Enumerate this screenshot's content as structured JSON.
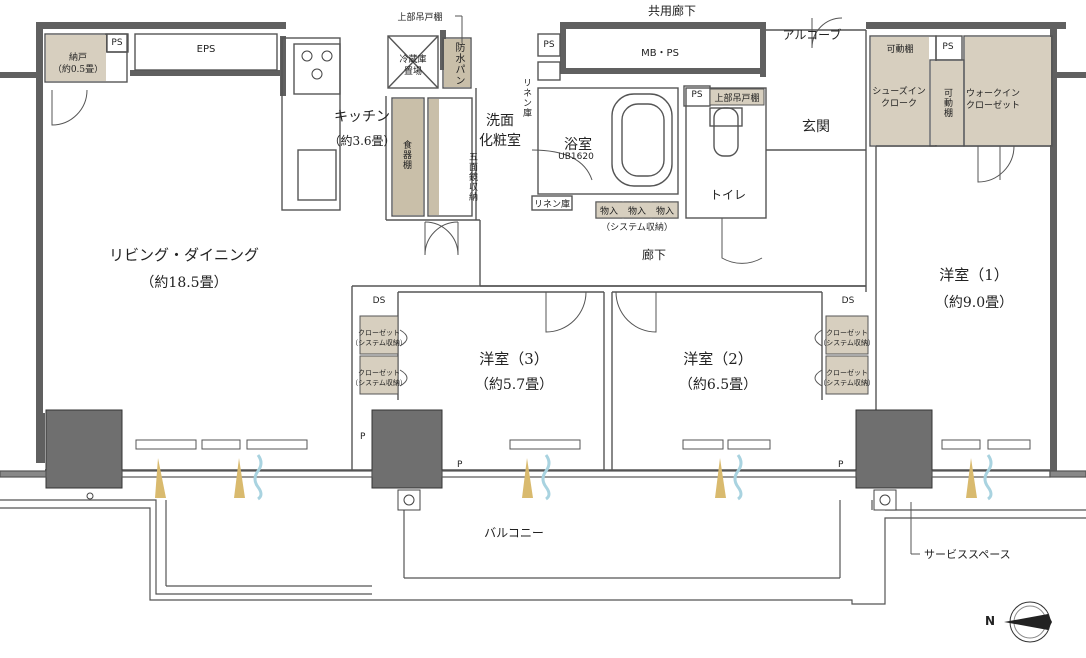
{
  "colors": {
    "wall": "#606060",
    "closet_fill": "#d7cfbf",
    "storage_fill": "#c9bfa9",
    "column_fill": "#6f6f6f",
    "light_beam": "#d9ba6e",
    "airflow": "#a9d3e0"
  },
  "compass": {
    "north_label": "N"
  },
  "labels": {
    "kyoyo_roka": "共用廊下",
    "alcove": "アルコーブ",
    "joubu_todana_top": "上部吊戸棚",
    "eps": "EPS",
    "mbps": "MB・PS",
    "ps_1": "PS",
    "ps_2": "PS",
    "ps_3": "PS",
    "ps_4": "PS",
    "nando": "納戸",
    "nando_size": "（約0.5畳）",
    "reizoko": "冷蔵庫",
    "reizoko2": "置場",
    "bosui_pan": "防水パン",
    "linen_ko_1": "リネン庫",
    "linen_ko_2": "リネン庫",
    "kitchen": "キッチン",
    "kitchen_size": "（約3.6畳）",
    "shokki": "食器棚",
    "senmen": "洗面",
    "keshoshitsu": "化粧室",
    "gomen_kyo": "五面鏡収納",
    "yokushitsu": "浴室",
    "ub": "UB1620",
    "joubu_todana_toilet": "上部吊戸棚",
    "toilet": "トイレ",
    "monoire_1": "物入",
    "monoire_2": "物入",
    "monoire_3": "物入",
    "system_shuno": "（システム収納）",
    "roka": "廊下",
    "kado_dana_1": "可動棚",
    "kado_dana_2": "可動棚",
    "shoes_in": "シューズイン",
    "shoes_in2": "クローク",
    "walk_in": "ウォークイン",
    "walk_in2": "クローゼット",
    "genkan": "玄関",
    "living": "リビング・ダイニング",
    "living_size": "（約18.5畳）",
    "yoshitsu1": "洋室（1）",
    "yoshitsu1_size": "（約9.0畳）",
    "yoshitsu2": "洋室（2）",
    "yoshitsu2_size": "（約6.5畳）",
    "yoshitsu3": "洋室（3）",
    "yoshitsu3_size": "（約5.7畳）",
    "ds_1": "DS",
    "ds_2": "DS",
    "closet_a": "クローゼット",
    "closet_a2": "（システム収納）",
    "closet_b": "クローゼット",
    "closet_b2": "（システム収納）",
    "closet_c": "クローゼット",
    "closet_c2": "（システム収納）",
    "closet_d": "クローゼット",
    "closet_d2": "（システム収納）",
    "p_1": "P",
    "p_2": "P",
    "p_3": "P",
    "balcony": "バルコニー",
    "service_space": "サービススペース"
  }
}
